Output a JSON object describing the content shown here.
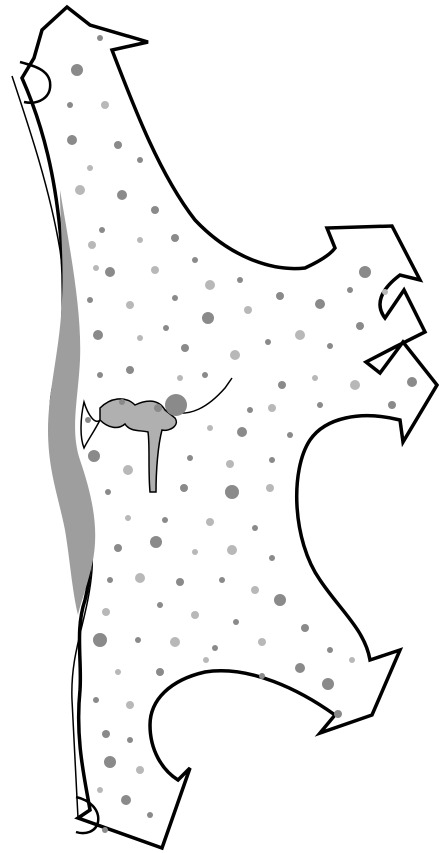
{
  "figure": {
    "kind": "branching-shape-with-arrows",
    "fill_color": "#ffffff",
    "outline_color": "#000000",
    "shading_color": "#9e9e9e",
    "dot_colors": {
      "dark": "#8a8a8a",
      "light": "#b8b8b8"
    },
    "arrow_count": 6,
    "arrows": [
      {
        "name": "arrow-top",
        "direction": "up-left"
      },
      {
        "name": "arrow-right-upper",
        "direction": "right-up"
      },
      {
        "name": "arrow-right-middle",
        "direction": "right"
      },
      {
        "name": "arrow-right-lower",
        "direction": "right"
      },
      {
        "name": "arrow-lower-right",
        "direction": "right-down"
      },
      {
        "name": "arrow-bottom",
        "direction": "down"
      }
    ]
  }
}
